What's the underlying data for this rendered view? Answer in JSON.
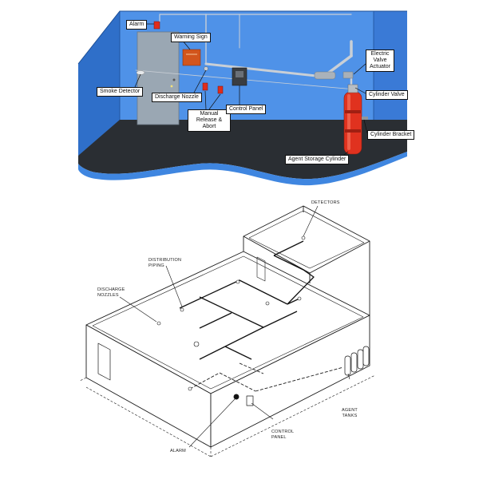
{
  "top_diagram": {
    "labels": {
      "alarm": "Alarm",
      "warning_sign": "Warning Sign",
      "smoke_detector": "Smoke Detector",
      "discharge_nozzle": "Discharge Nozzle",
      "manual_release": "Manual Release & Abort",
      "control_panel": "Control Panel",
      "electric_valve_actuator": "Electric Valve Actuator",
      "cylinder_valve": "Cylinder Valve",
      "cylinder_bracket": "Cylinder Bracket",
      "agent_storage_cylinder": "Agent Storage Cylinder"
    },
    "colors": {
      "wall": "#4c8fe6",
      "wall_dark": "#2f6fc9",
      "floor": "#2b2f33",
      "cylinder": "#e0321f",
      "alarm": "#e02c1c",
      "sign": "#d2551d"
    }
  },
  "bottom_diagram": {
    "labels": {
      "detectors": "DETECTORS",
      "distribution_piping": "DISTRIBUTION PIPING",
      "discharge_nozzles": "DISCHARGE NOZZLES",
      "agent_tanks": "AGENT TANKS",
      "control_panel": "CONTROL PANEL",
      "alarm": "ALARM"
    }
  }
}
